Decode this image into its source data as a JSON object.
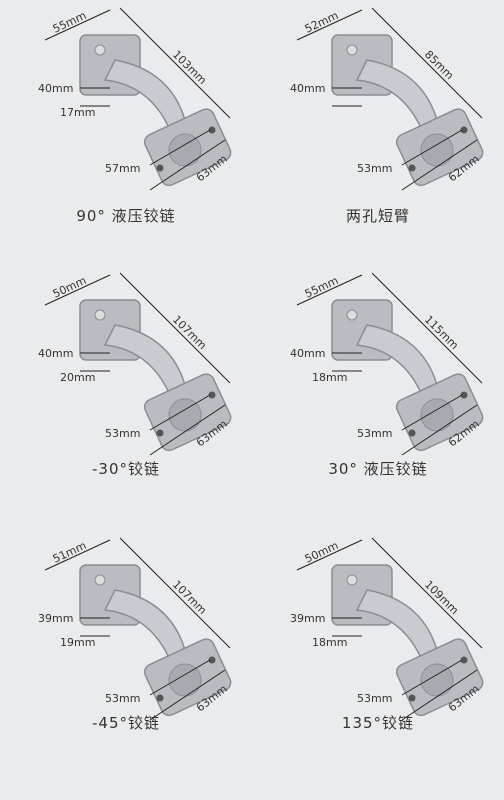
{
  "items": [
    {
      "caption": "90° 液压铰链",
      "dims": {
        "top": "55mm",
        "diag": "103mm",
        "a": "40mm",
        "b": "17mm",
        "c": "57mm",
        "d": "63mm"
      }
    },
    {
      "caption": "两孔短臂",
      "dims": {
        "top": "52mm",
        "diag": "85mm",
        "a": "40mm",
        "c": "53mm",
        "d": "62mm"
      }
    },
    {
      "caption": "-30°铰链",
      "dims": {
        "top": "50mm",
        "diag": "107mm",
        "a": "40mm",
        "b": "20mm",
        "c": "53mm",
        "d": "63mm"
      }
    },
    {
      "caption": "30° 液压铰链",
      "dims": {
        "top": "55mm",
        "diag": "115mm",
        "a": "40mm",
        "b": "18mm",
        "c": "53mm",
        "d": "62mm"
      }
    },
    {
      "caption": "-45°铰链",
      "dims": {
        "top": "51mm",
        "diag": "107mm",
        "a": "39mm",
        "b": "19mm",
        "c": "53mm",
        "d": "63mm"
      }
    },
    {
      "caption": "135°铰链",
      "dims": {
        "top": "50mm",
        "diag": "109mm",
        "a": "39mm",
        "b": "18mm",
        "c": "53mm",
        "d": "63mm"
      }
    }
  ],
  "colors": {
    "background": "#e9ebed",
    "metal": "#b9bcc0",
    "metal_dark": "#8a8e94",
    "line": "#222222"
  }
}
